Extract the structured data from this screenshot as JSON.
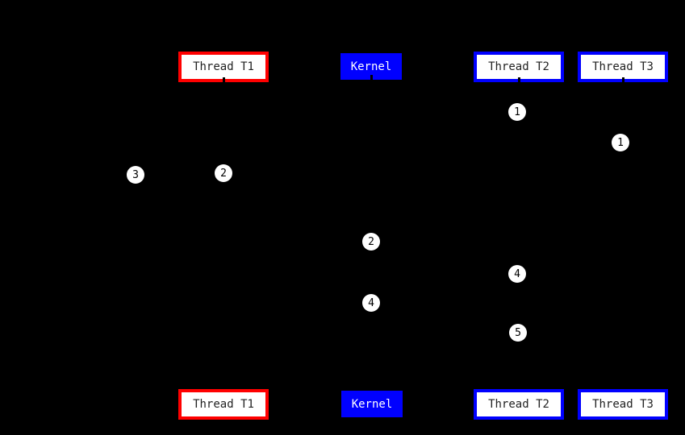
{
  "diagram": {
    "type": "sequence-diagram",
    "background_color": "#000000",
    "entities": {
      "t1": {
        "label": "Thread T1",
        "border_color": "#ff0000",
        "fill": "#ffffff",
        "text_color": "#222222"
      },
      "kernel": {
        "label": "Kernel",
        "border_color": "#0000ff",
        "fill": "#0000ff",
        "text_color": "#ffffff"
      },
      "t2": {
        "label": "Thread T2",
        "border_color": "#0000ff",
        "fill": "#ffffff",
        "text_color": "#222222"
      },
      "t3": {
        "label": "Thread T3",
        "border_color": "#0000ff",
        "fill": "#ffffff",
        "text_color": "#222222"
      }
    },
    "markers": [
      {
        "value": "1"
      },
      {
        "value": "1"
      },
      {
        "value": "3"
      },
      {
        "value": "2"
      },
      {
        "value": "2"
      },
      {
        "value": "4"
      },
      {
        "value": "4"
      },
      {
        "value": "5"
      }
    ]
  }
}
